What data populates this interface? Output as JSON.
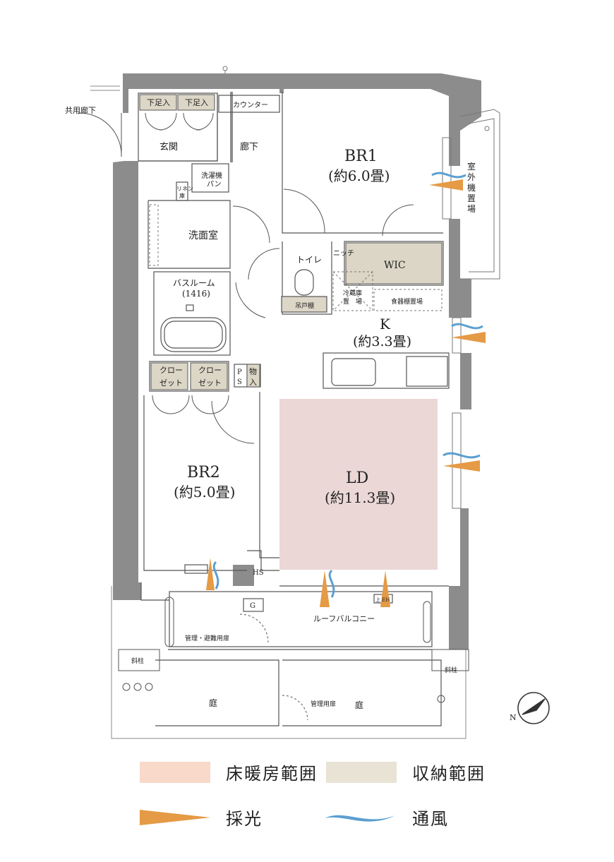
{
  "colors": {
    "wall": "#8c8c8c",
    "floor_heating": "#ead7d6",
    "storage": "#dbd6c6",
    "light": "#e59a45",
    "wind": "#5b9fd0",
    "legend_floor_heating": "#f9d9c9",
    "legend_storage": "#e9e3d6"
  },
  "rooms": {
    "br1_name": "BR1",
    "br1_size": "(約6.0畳)",
    "br2_name": "BR2",
    "br2_size": "(約5.0畳)",
    "ld_name": "LD",
    "ld_size": "(約11.3畳)",
    "k_name": "K",
    "k_size": "(約3.3畳)",
    "entrance": "玄関",
    "hallway": "廊下",
    "counter": "カウンター",
    "washroom": "洗面室",
    "washer_pan_1": "洗濯機",
    "washer_pan_2": "パン",
    "linen_1": "リネン",
    "linen_2": "庫",
    "bath_1": "バスルーム",
    "bath_2": "(1416)",
    "toilet": "トイレ",
    "niche": "ニッチ",
    "wic": "WIC",
    "hanging_shelf": "吊戸棚",
    "fridge_1": "冷蔵庫",
    "fridge_2": "置　場",
    "dish_shelf": "食器棚置場",
    "shoe_1": "下足入",
    "shoe_2": "下足入",
    "closet_1": "クロー",
    "closet_2": "ゼット",
    "ps_1": "P",
    "ps_2": "S",
    "storage_1": "物",
    "storage_2": "入",
    "hs": "HS",
    "g": "G",
    "roof_balcony": "ルーフバルコニー",
    "mgmt_evac_door": "管理・避難用扉",
    "mgmt_door": "管理用扉",
    "garden": "庭",
    "diagonal_pillar": "斜柱",
    "outdoor_unit_1": "室",
    "outdoor_unit_2": "外",
    "outdoor_unit_3": "機",
    "outdoor_unit_4": "置",
    "outdoor_unit_5": "場",
    "common_corridor": "共用廊下",
    "compass_n": "N",
    "eh": "上 EH"
  },
  "legend": {
    "floor_heating": "床暖房範囲",
    "storage": "収納範囲",
    "daylight": "採光",
    "ventilation": "通風"
  }
}
